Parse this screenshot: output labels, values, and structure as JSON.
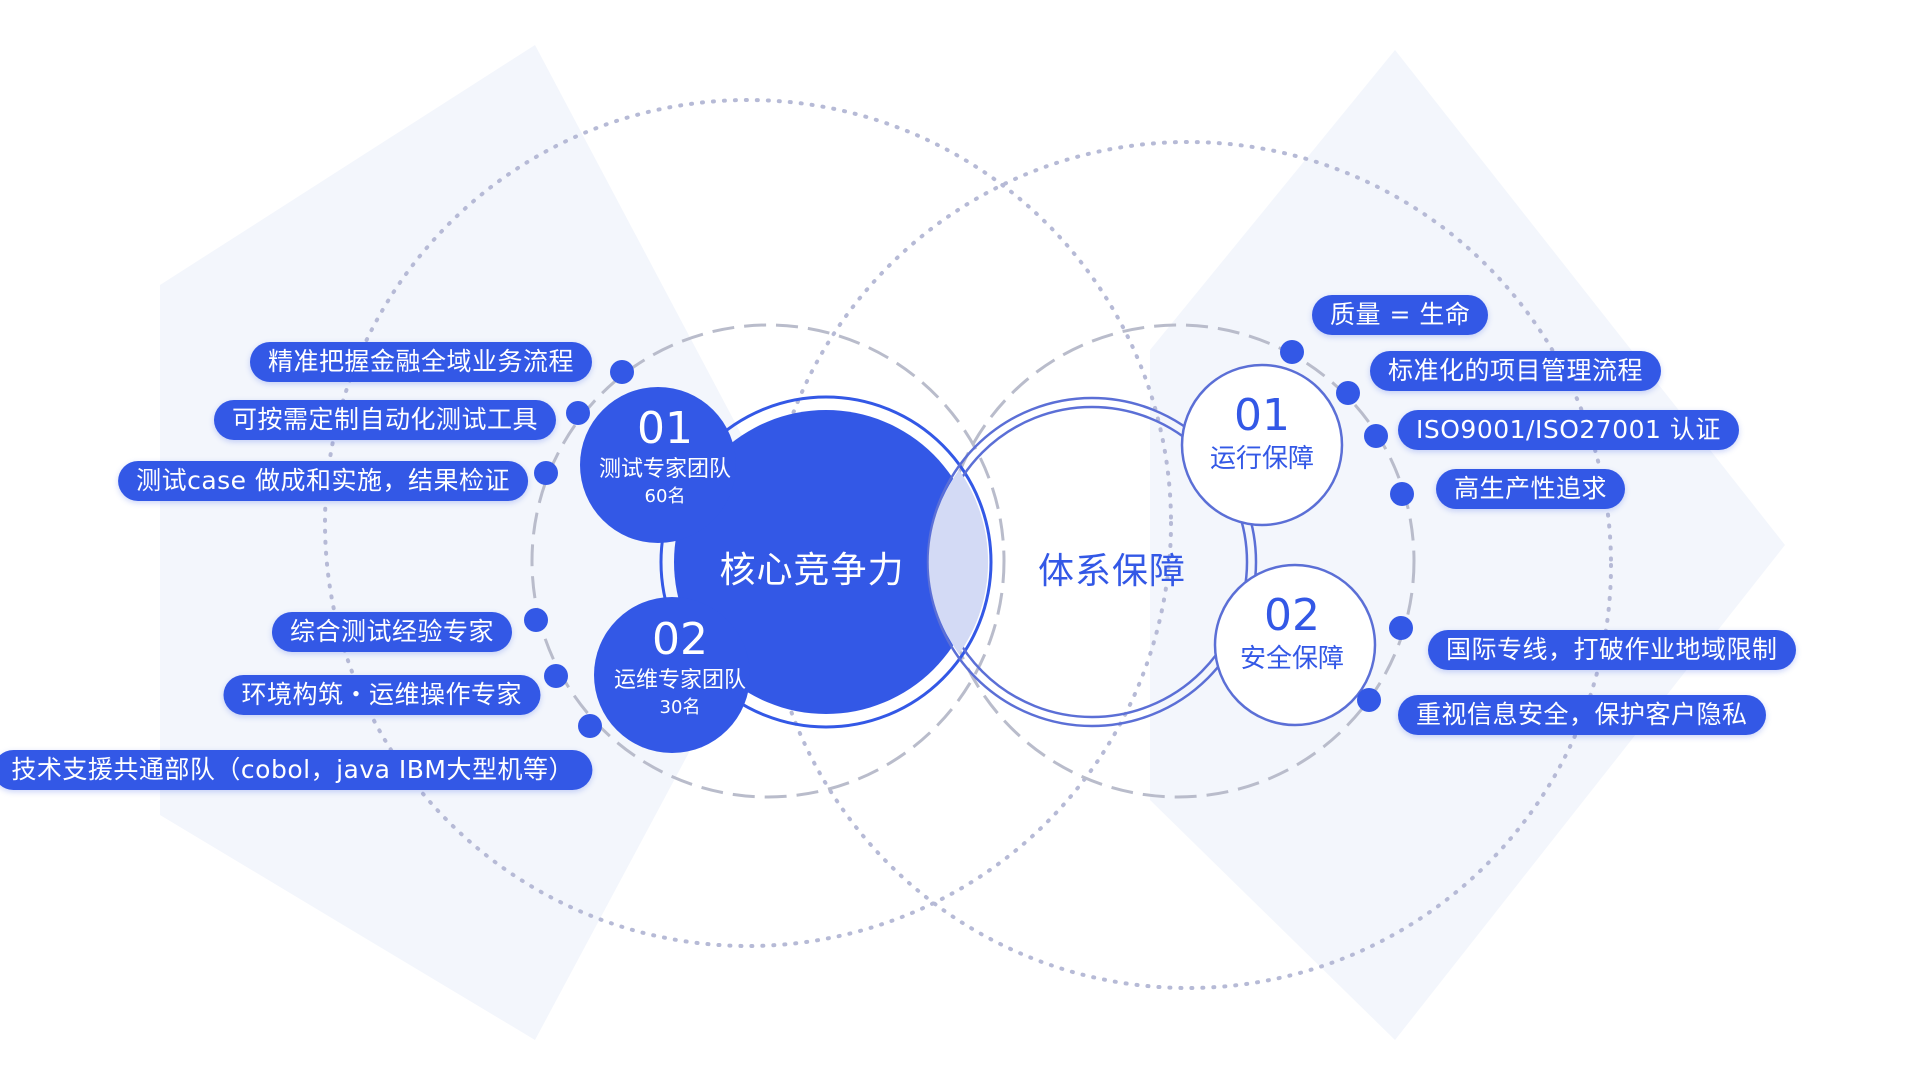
{
  "core": {
    "title": "核心竞争力",
    "teams": [
      {
        "number": "01",
        "name": "测试专家团队",
        "count": "60名"
      },
      {
        "number": "02",
        "name": "运维专家团队",
        "count": "30名"
      }
    ],
    "team1_items": [
      "精准把握金融全域业务流程",
      "可按需定制自动化测试工具",
      "测试case 做成和实施，结果检证"
    ],
    "team2_items": [
      "综合测试经验专家",
      "环境构筑・运维操作专家",
      "技术支援共通部队（cobol，java IBM大型机等）"
    ]
  },
  "system": {
    "title": "体系保障",
    "groups": [
      {
        "number": "01",
        "name": "运行保障"
      },
      {
        "number": "02",
        "name": "安全保障"
      }
    ],
    "group1_items": [
      "质量 = 生命",
      "标准化的项目管理流程",
      "ISO9001/ISO27001 认证",
      "高生产性追求"
    ],
    "group2_items": [
      "国际专线，打破作业地域限制",
      "重视信息安全，保护客户隐私"
    ]
  },
  "colors": {
    "primary": "#3358E6",
    "outline": "#5B6FD6",
    "overlap": "#D3DAF5",
    "dotted_ring": "#B6BAD6",
    "dashed_ring": "#B9BCCB",
    "background_shape": "#F2F5FC"
  }
}
